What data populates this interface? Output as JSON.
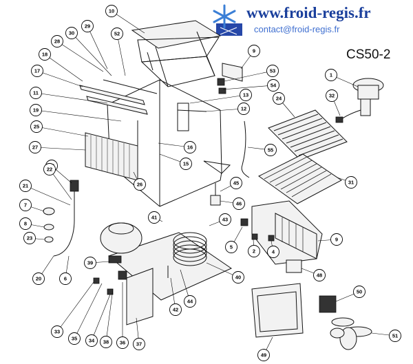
{
  "header": {
    "site_url": "www.froid-regis.fr",
    "contact_email": "contact@froid-regis.fr",
    "model": "CS50-2"
  },
  "logo": {
    "icon": "snowflake-logo-icon"
  },
  "callouts": [
    {
      "id": "c10",
      "label": "10"
    },
    {
      "id": "c29",
      "label": "29"
    },
    {
      "id": "c30",
      "label": "30"
    },
    {
      "id": "c52",
      "label": "52"
    },
    {
      "id": "c28",
      "label": "28"
    },
    {
      "id": "c9a",
      "label": "9"
    },
    {
      "id": "c18",
      "label": "18"
    },
    {
      "id": "c53",
      "label": "53"
    },
    {
      "id": "c1",
      "label": "1"
    },
    {
      "id": "c17",
      "label": "17"
    },
    {
      "id": "c54",
      "label": "54"
    },
    {
      "id": "c11",
      "label": "11"
    },
    {
      "id": "c13",
      "label": "13"
    },
    {
      "id": "c32",
      "label": "32"
    },
    {
      "id": "c24",
      "label": "24"
    },
    {
      "id": "c19",
      "label": "19"
    },
    {
      "id": "c12",
      "label": "12"
    },
    {
      "id": "c25",
      "label": "25"
    },
    {
      "id": "c16",
      "label": "16"
    },
    {
      "id": "c27",
      "label": "27"
    },
    {
      "id": "c15",
      "label": "15"
    },
    {
      "id": "c55",
      "label": "55"
    },
    {
      "id": "c14",
      "label": "14"
    },
    {
      "id": "c22",
      "label": "22"
    },
    {
      "id": "c26",
      "label": "26"
    },
    {
      "id": "c31",
      "label": "31"
    },
    {
      "id": "c45",
      "label": "45"
    },
    {
      "id": "c21",
      "label": "21"
    },
    {
      "id": "c46",
      "label": "46"
    },
    {
      "id": "c7",
      "label": "7"
    },
    {
      "id": "c41",
      "label": "41"
    },
    {
      "id": "c43",
      "label": "43"
    },
    {
      "id": "c8",
      "label": "8"
    },
    {
      "id": "c9b",
      "label": "9"
    },
    {
      "id": "c23",
      "label": "23"
    },
    {
      "id": "c5",
      "label": "5"
    },
    {
      "id": "c2",
      "label": "2"
    },
    {
      "id": "c4",
      "label": "4"
    },
    {
      "id": "c39",
      "label": "39"
    },
    {
      "id": "c20",
      "label": "20"
    },
    {
      "id": "c6",
      "label": "6"
    },
    {
      "id": "c40",
      "label": "40"
    },
    {
      "id": "c48",
      "label": "48"
    },
    {
      "id": "c50",
      "label": "50"
    },
    {
      "id": "c33",
      "label": "33"
    },
    {
      "id": "c42",
      "label": "42"
    },
    {
      "id": "c44",
      "label": "44"
    },
    {
      "id": "c35",
      "label": "35"
    },
    {
      "id": "c34",
      "label": "34"
    },
    {
      "id": "c38",
      "label": "38"
    },
    {
      "id": "c36",
      "label": "36"
    },
    {
      "id": "c37",
      "label": "37"
    },
    {
      "id": "c51",
      "label": "51"
    },
    {
      "id": "c49",
      "label": "49"
    }
  ]
}
